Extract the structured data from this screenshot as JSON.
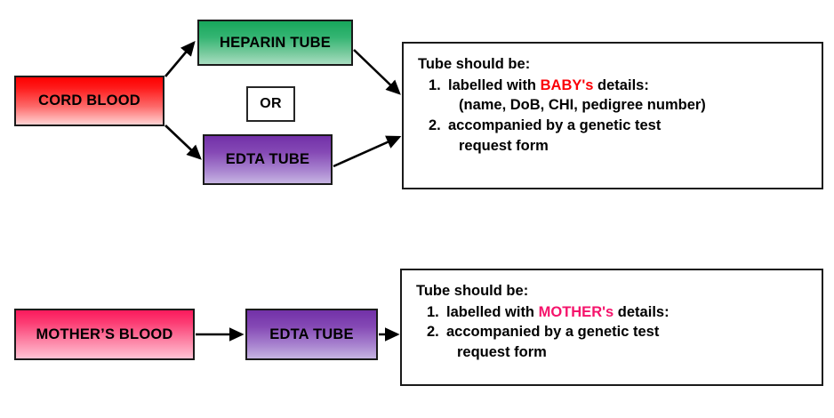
{
  "diagram": {
    "title": "Cord blood and maternal blood sample tube labelling flowchart",
    "colors": {
      "cord_blood": "#fe0000",
      "heparin_tube": "#17a75b",
      "edta_tube": "#7231a8",
      "mother_blood": "#fb1a5c",
      "highlight_baby": "#fb0007",
      "highlight_mother": "#f5136b",
      "outline": "#1a1a1a"
    }
  },
  "top_flow": {
    "source_label": "CORD BLOOD",
    "option_a_label": "HEPARIN TUBE",
    "connector_label": "OR",
    "option_b_label": "EDTA TUBE",
    "callout": {
      "heading": "Tube should be:",
      "items": [
        {
          "number": "1.",
          "text_before": "labelled with ",
          "highlight": "BABY's",
          "text_after": " details:",
          "subtext": "(name, DoB, CHI, pedigree number)"
        },
        {
          "number": "2.",
          "text_before": "accompanied by a genetic test",
          "highlight": "",
          "text_after": "",
          "subtext": "request form"
        }
      ]
    }
  },
  "bottom_flow": {
    "source_label": "MOTHER’S BLOOD",
    "tube_label": "EDTA TUBE",
    "callout": {
      "heading": "Tube should be:",
      "items": [
        {
          "number": "1.",
          "text_before": "labelled with ",
          "highlight": "MOTHER's",
          "text_after": " details:",
          "subtext": ""
        },
        {
          "number": "2.",
          "text_before": "accompanied by a genetic test",
          "highlight": "",
          "text_after": "",
          "subtext": "request form"
        }
      ]
    }
  }
}
